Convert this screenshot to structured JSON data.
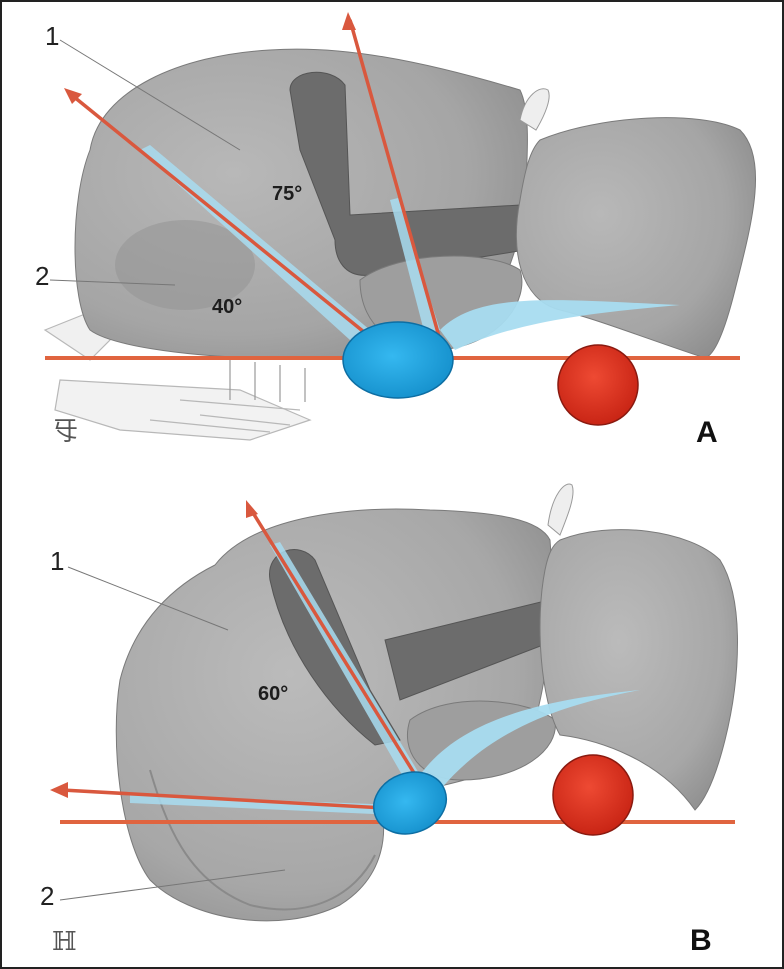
{
  "panels": [
    {
      "id": "A",
      "letter": "A",
      "callouts": [
        {
          "number": "1"
        },
        {
          "number": "2"
        }
      ],
      "angles": [
        "75°",
        "40°"
      ],
      "signature": "㸦"
    },
    {
      "id": "B",
      "letter": "B",
      "callouts": [
        {
          "number": "1"
        },
        {
          "number": "2"
        }
      ],
      "angles": [
        "60°"
      ],
      "signature": "ℍ"
    }
  ],
  "colors": {
    "organ_fill": "#a9a9a9",
    "organ_shadow": "#8a8a8a",
    "dark_band": "#6a6a6a",
    "ray": "#d9583e",
    "baseline": "#e0643f",
    "pancreatic_duct": "#a8dcf0",
    "ampulla_ellipse": "#1aa7e6",
    "red_disc": "#e0301e",
    "border": "#222222"
  }
}
